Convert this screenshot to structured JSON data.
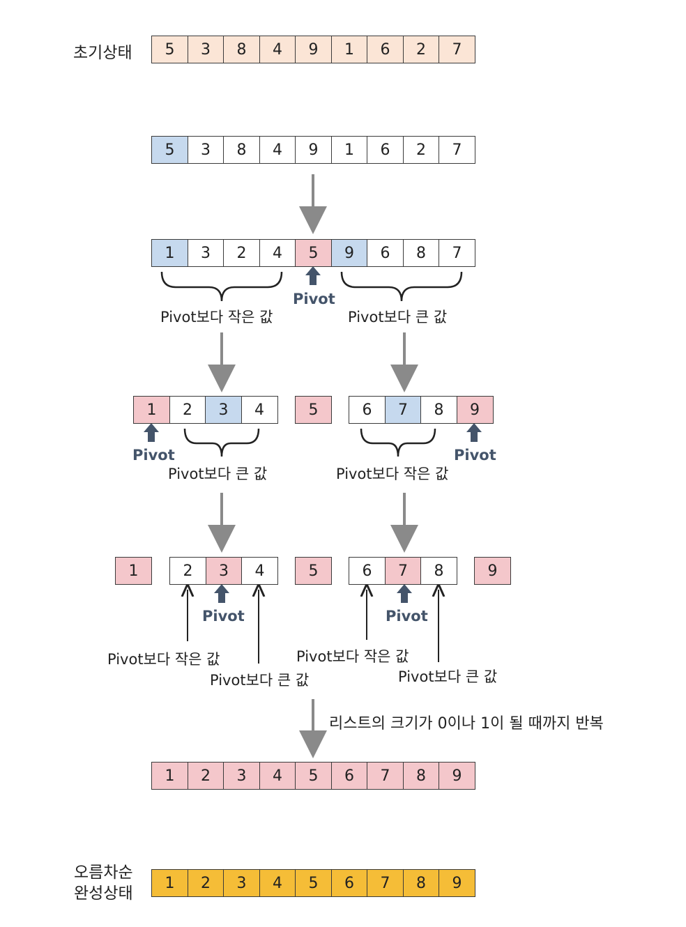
{
  "colors": {
    "initial": "#fbe5d6",
    "pivot": "#f4c7cb",
    "focus": "#c6d9ee",
    "plain": "#ffffff",
    "final": "#f5bd37",
    "gray_arrow": "#8a8a8a",
    "pivot_arrow": "#44546a"
  },
  "labels": {
    "initial": "초기상태",
    "final_line1": "오름차순",
    "final_line2": "완성상태",
    "pivot": "Pivot",
    "smaller": "Pivot보다 작은 값",
    "larger": "Pivot보다 큰 값",
    "repeat": "리스트의 크기가 0이나 1이 될 때까지 반복"
  },
  "rows": {
    "initial": {
      "values": [
        "5",
        "3",
        "8",
        "4",
        "9",
        "1",
        "6",
        "2",
        "7"
      ],
      "colors": [
        "initial",
        "initial",
        "initial",
        "initial",
        "initial",
        "initial",
        "initial",
        "initial",
        "initial"
      ]
    },
    "step1": {
      "values": [
        "5",
        "3",
        "8",
        "4",
        "9",
        "1",
        "6",
        "2",
        "7"
      ],
      "colors": [
        "focus",
        "plain",
        "plain",
        "plain",
        "plain",
        "plain",
        "plain",
        "plain",
        "plain"
      ]
    },
    "step2": {
      "values": [
        "1",
        "3",
        "2",
        "4",
        "5",
        "9",
        "6",
        "8",
        "7"
      ],
      "colors": [
        "focus",
        "plain",
        "plain",
        "plain",
        "pivot",
        "focus",
        "plain",
        "plain",
        "plain"
      ]
    },
    "step3_left": {
      "values": [
        "1",
        "2",
        "3",
        "4"
      ],
      "colors": [
        "pivot",
        "plain",
        "focus",
        "plain"
      ]
    },
    "step3_mid": {
      "values": [
        "5"
      ],
      "colors": [
        "pivot"
      ]
    },
    "step3_right": {
      "values": [
        "6",
        "7",
        "8",
        "9"
      ],
      "colors": [
        "plain",
        "focus",
        "plain",
        "pivot"
      ]
    },
    "step4_a": {
      "values": [
        "1"
      ],
      "colors": [
        "pivot"
      ]
    },
    "step4_b": {
      "values": [
        "2",
        "3",
        "4"
      ],
      "colors": [
        "plain",
        "pivot",
        "plain"
      ]
    },
    "step4_c": {
      "values": [
        "5"
      ],
      "colors": [
        "pivot"
      ]
    },
    "step4_d": {
      "values": [
        "6",
        "7",
        "8"
      ],
      "colors": [
        "plain",
        "pivot",
        "plain"
      ]
    },
    "step4_e": {
      "values": [
        "9"
      ],
      "colors": [
        "pivot"
      ]
    },
    "sorted": {
      "values": [
        "1",
        "2",
        "3",
        "4",
        "5",
        "6",
        "7",
        "8",
        "9"
      ],
      "colors": [
        "pivot",
        "pivot",
        "pivot",
        "pivot",
        "pivot",
        "pivot",
        "pivot",
        "pivot",
        "pivot"
      ]
    },
    "final": {
      "values": [
        "1",
        "2",
        "3",
        "4",
        "5",
        "6",
        "7",
        "8",
        "9"
      ],
      "colors": [
        "final",
        "final",
        "final",
        "final",
        "final",
        "final",
        "final",
        "final",
        "final"
      ]
    }
  }
}
